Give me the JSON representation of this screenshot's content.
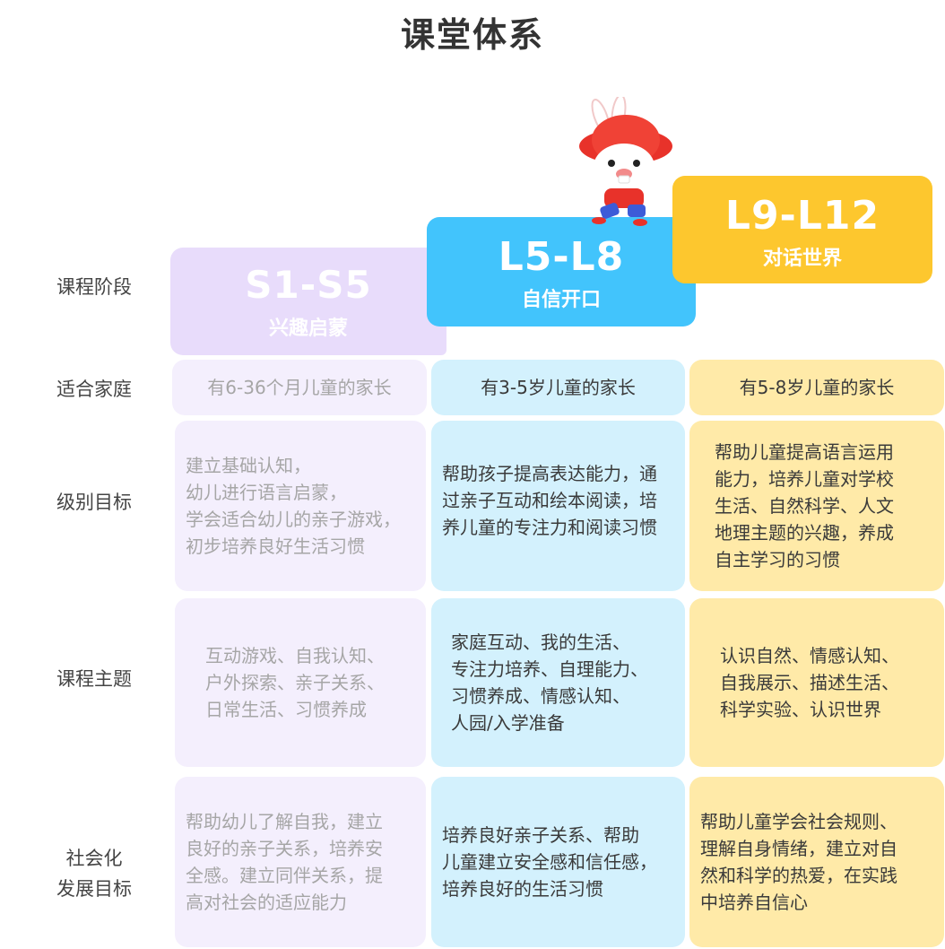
{
  "title": "课堂体系",
  "row_labels": {
    "stage": "课程阶段",
    "family": "适合家庭",
    "goal": "级别目标",
    "theme": "课程主题",
    "social": "社会化\n发展目标"
  },
  "levels": [
    {
      "code": "S1-S5",
      "name": "兴趣启蒙",
      "color": "#e8dcfb"
    },
    {
      "code": "L5-L8",
      "name": "自信开口",
      "color": "#42c4fc"
    },
    {
      "code": "L9-L12",
      "name": "对话世界",
      "color": "#fdc72e"
    }
  ],
  "columns": [
    {
      "family": "有6-36个月儿童的家长",
      "goal": "建立基础认知，\n幼儿进行语言启蒙，\n学会适合幼儿的亲子游戏，\n初步培养良好生活习惯",
      "theme": "互动游戏、自我认知、\n户外探索、亲子关系、\n日常生活、习惯养成",
      "social": "帮助幼儿了解自我，建立\n良好的亲子关系，培养安\n全感。建立同伴关系，提\n高对社会的适应能力"
    },
    {
      "family": "有3-5岁儿童的家长",
      "goal": "帮助孩子提高表达能力，通\n过亲子互动和绘本阅读，培\n养儿童的专注力和阅读习惯",
      "theme": "家庭互动、我的生活、\n专注力培养、自理能力、\n习惯养成、情感认知、\n人园/入学准备",
      "social": "培养良好亲子关系、帮助\n儿童建立安全感和信任感，\n培养良好的生活习惯"
    },
    {
      "family": "有5-8岁儿童的家长",
      "goal": "帮助儿童提高语言运用\n能力，培养儿童对学校\n生活、自然科学、人文\n地理主题的兴趣，养成\n自主学习的习惯",
      "theme": "认识自然、情感认知、\n自我展示、描述生活、\n科学实验、认识世界",
      "social": "帮助儿童学会社会规则、\n理解自身情绪，建立对自\n然和科学的热爱，在实践\n中培养自信心"
    }
  ]
}
